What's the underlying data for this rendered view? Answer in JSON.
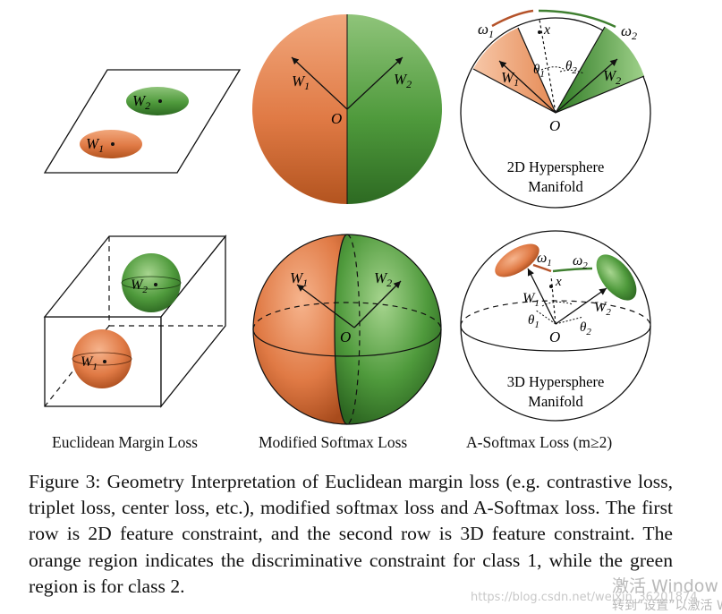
{
  "colors": {
    "orange": "#e07a45",
    "orange_dark": "#a24b1e",
    "green": "#4f9a3c",
    "green_dark": "#2c6a22",
    "arc_orange": "#b5532a",
    "arc_green": "#3f7f30"
  },
  "panels": {
    "euclid_2d": {
      "w1": "W",
      "w2": "W",
      "sub1": "1",
      "sub2": "2"
    },
    "softmax_2d": {
      "w1": "W",
      "w2": "W",
      "sub1": "1",
      "sub2": "2",
      "origin": "O"
    },
    "asoftmax_2d": {
      "omega1": "ω",
      "omega2": "ω",
      "sub1": "1",
      "sub2": "2",
      "x": "x",
      "theta1": "θ",
      "theta2": "θ",
      "w1": "W",
      "w2": "W",
      "origin": "O",
      "label_line1": "2D Hypersphere",
      "label_line2": "Manifold"
    },
    "euclid_3d": {
      "w1": "W",
      "w2": "W",
      "sub1": "1",
      "sub2": "2"
    },
    "softmax_3d": {
      "w1": "W",
      "w2": "W",
      "sub1": "1",
      "sub2": "2",
      "origin": "O"
    },
    "asoftmax_3d": {
      "omega1": "ω",
      "omega2": "ω",
      "sub1": "1",
      "sub2": "2",
      "x": "x",
      "theta1": "θ",
      "theta2": "θ",
      "w1": "W",
      "w2": "W",
      "origin": "O",
      "label_line1": "3D Hypersphere",
      "label_line2": "Manifold"
    }
  },
  "column_labels": {
    "euclid": "Euclidean Margin Loss",
    "softmax": "Modified Softmax Loss",
    "asoftmax": "A-Softmax Loss (m≥2)"
  },
  "caption": "Figure 3: Geometry Interpretation of Euclidean margin loss (e.g. contrastive loss, triplet loss, center loss, etc.), modified softmax loss and A-Softmax loss. The first row is 2D feature constraint, and the second row is 3D feature constraint. The orange region indicates the discriminative constraint for class 1, while the green region is for class 2.",
  "watermark": {
    "line1": "激活 Window",
    "line2": "转到“设置”以激活 W",
    "url": "https://blog.csdn.net/weixin_36201874"
  }
}
